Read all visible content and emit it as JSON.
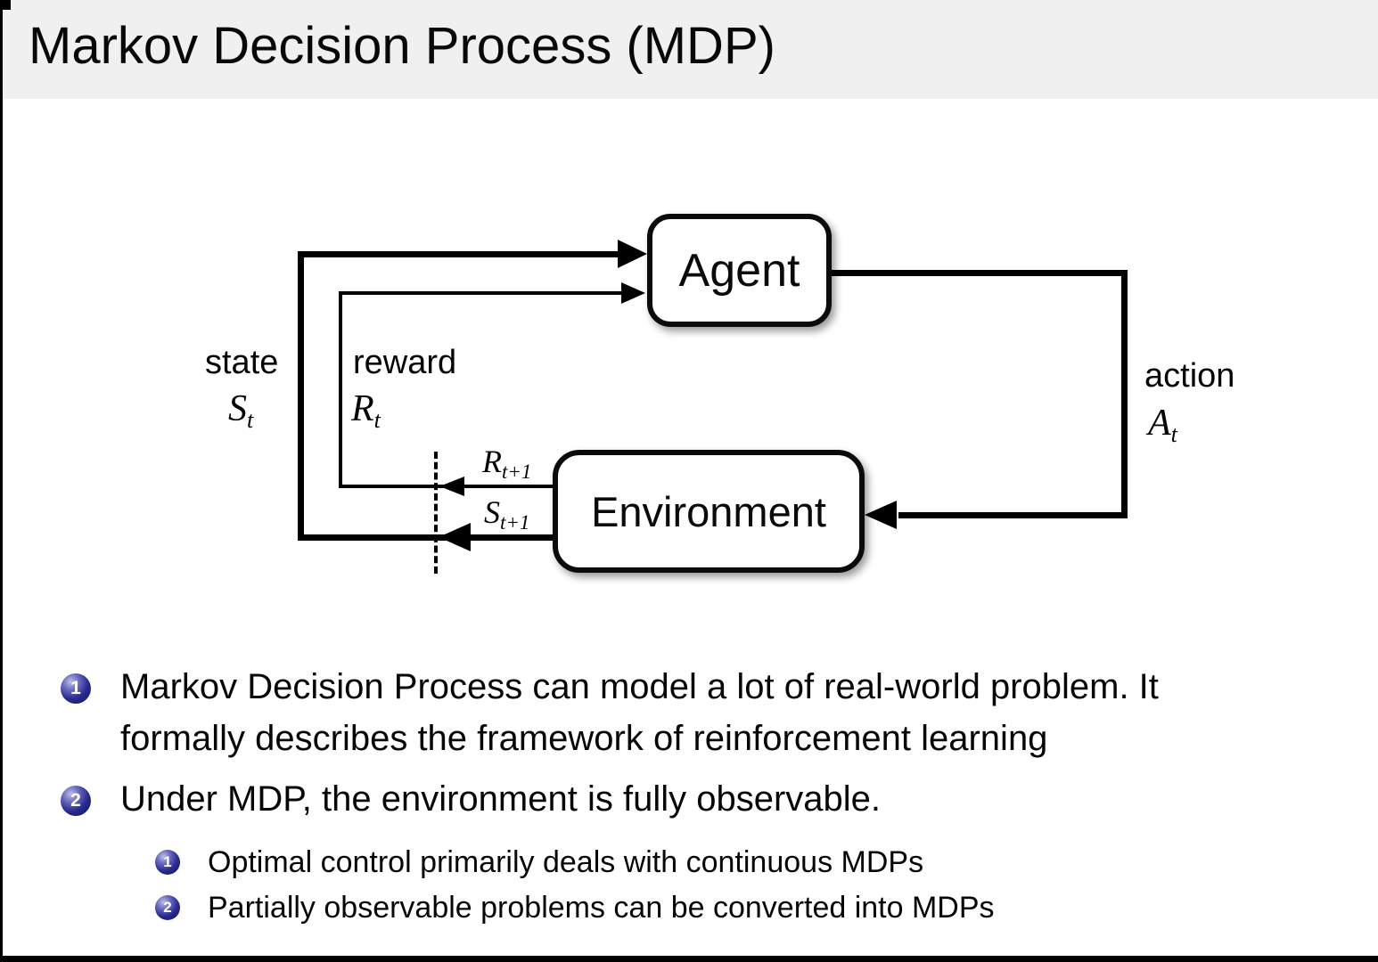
{
  "title": "Markov Decision Process (MDP)",
  "colors": {
    "title_bar_bg": "#f0f0f1",
    "background": "#ffffff",
    "text": "#0a0a0a",
    "bullet_ball": "#2a2a90",
    "diagram_stroke": "#000000"
  },
  "diagram": {
    "agent_label": "Agent",
    "environment_label": "Environment",
    "state": {
      "word": "state",
      "symbol": "S",
      "subscript": "t"
    },
    "reward": {
      "word": "reward",
      "symbol": "R",
      "subscript": "t"
    },
    "action": {
      "word": "action",
      "symbol": "A",
      "subscript": "t"
    },
    "next_reward": {
      "symbol": "R",
      "subscript": "t+1"
    },
    "next_state": {
      "symbol": "S",
      "subscript": "t+1"
    }
  },
  "list": {
    "items": [
      {
        "num": "1",
        "lines": [
          "Markov Decision Process can model a lot of real-world problem. It",
          "formally describes the framework of reinforcement learning"
        ]
      },
      {
        "num": "2",
        "lines": [
          "Under MDP, the environment is fully observable."
        ],
        "children": [
          {
            "num": "1",
            "text": "Optimal control primarily deals with continuous MDPs"
          },
          {
            "num": "2",
            "text": "Partially observable problems can be converted into MDPs"
          }
        ]
      }
    ]
  }
}
